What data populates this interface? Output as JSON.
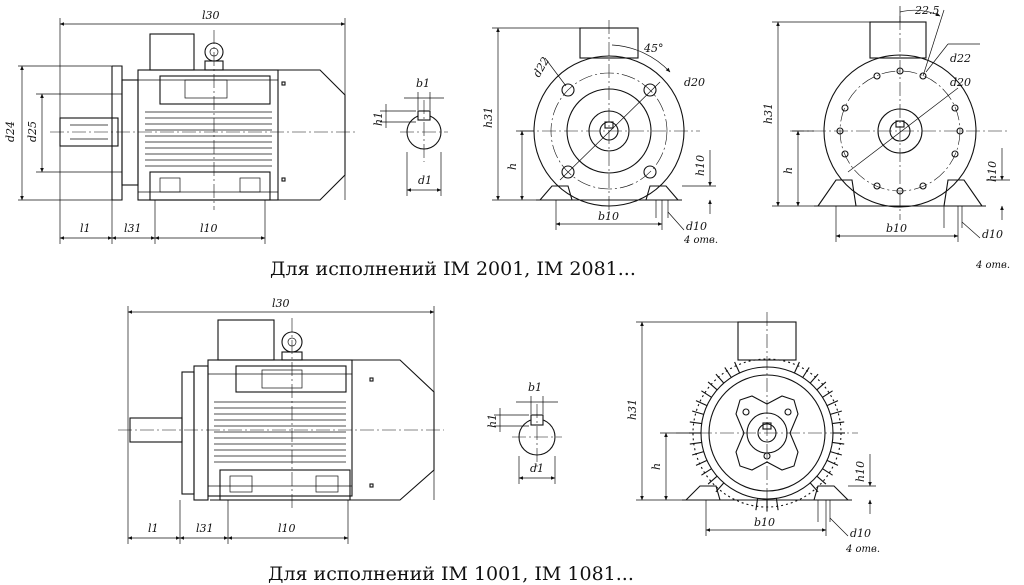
{
  "captions": {
    "foot_mount": "Для исполнений IM 2001, IM 2081...",
    "flange_mount": "Для исполнений IM 1001, IM 1081..."
  },
  "dimensions": {
    "l30": "l30",
    "l1": "l1",
    "l31": "l31",
    "l10": "l10",
    "d24": "d24",
    "d25": "d25",
    "b1": "b1",
    "h1": "h1",
    "d1": "d1",
    "h31": "h31",
    "h": "h",
    "b10": "b10",
    "d10": "d10",
    "h10": "h10",
    "d20": "d20",
    "d22": "d22",
    "angle_45": "45°",
    "angle_22_5": "22.5"
  },
  "notes": {
    "holes_4": "4 отв."
  }
}
